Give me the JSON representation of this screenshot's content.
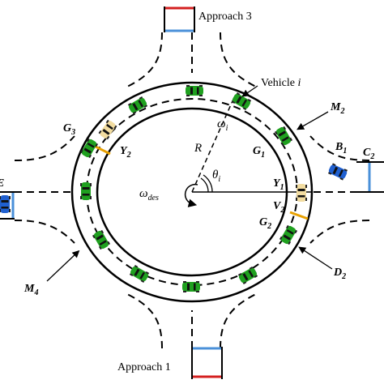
{
  "labels": {
    "approach_3": "Approach 3",
    "approach_1": "Approach 1",
    "vehicle": "Vehicle",
    "vehicle_index": "i",
    "omega": "ω",
    "omega_sub": "i",
    "omega_des": "ω",
    "omega_des_sub": "des",
    "radius": "R",
    "theta": "θ",
    "theta_sub": "i",
    "G": "G",
    "Y": "Y",
    "V": "V",
    "M": "M",
    "B": "B",
    "C": "C",
    "D": "D",
    "sub_1": "1",
    "sub_2": "2",
    "sub_3": "3",
    "sub_4": "4",
    "left_edge_letter": "E"
  },
  "colors": {
    "vehicle_green": "#1fa01f",
    "vehicle_yellow": "#f2dca0",
    "vehicle_blue": "#2060d0",
    "zone_red": "#d42020",
    "zone_blue": "#4a90d9",
    "marker_orange": "#e8a000"
  },
  "icons": {
    "vehicle": "car-top-view-icon",
    "rotation": "counterclockwise-arrow-icon"
  }
}
